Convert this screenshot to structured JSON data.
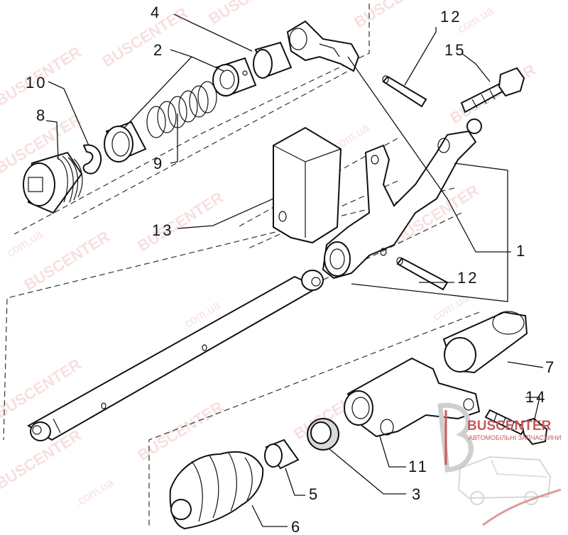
{
  "watermarks": {
    "brand": "BUSCENTER",
    "domain": ".com.ua",
    "brand_color": "#f1c7c7"
  },
  "logo": {
    "name": "BUSCENTER",
    "subtitle": "АВТОМОБІЛЬНІ ЗАПЧАСТИНИ",
    "color": "#c85a5a"
  },
  "callouts": {
    "c1": "1",
    "c2": "2",
    "c3": "3",
    "c4": "4",
    "c5": "5",
    "c6": "6",
    "c7": "7",
    "c8": "8",
    "c9": "9",
    "c10": "10",
    "c11": "11",
    "c12a": "12",
    "c12b": "12",
    "c13": "13",
    "c14": "14",
    "c15": "15"
  }
}
